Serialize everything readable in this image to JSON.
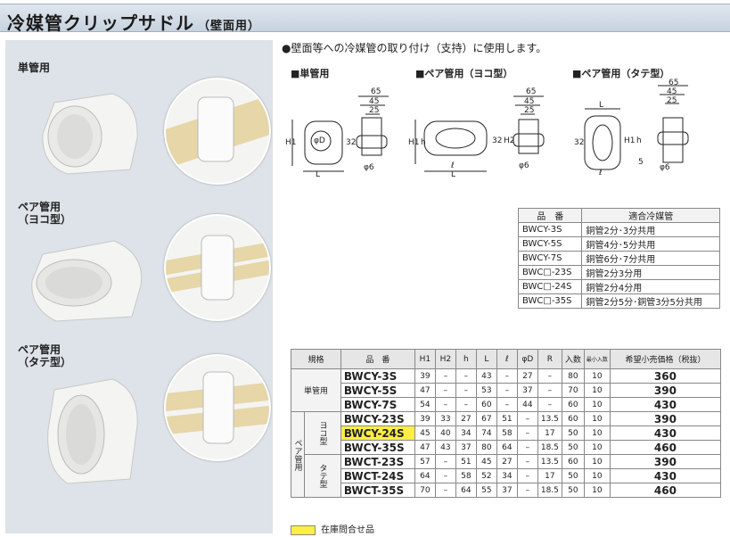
{
  "header": {
    "title": "冷媒管クリップサドル",
    "subtitle": "（壁面用）"
  },
  "photos": {
    "single": "単管用",
    "pair_yoko_1": "ペア管用",
    "pair_yoko_2": "（ヨコ型）",
    "pair_tate_1": "ペア管用",
    "pair_tate_2": "（タテ型）"
  },
  "intro": "●壁面等への冷媒管の取り付け（支持）に使用します。",
  "diagrams": {
    "single_label": "■単管用",
    "yoko_label": "■ペア管用（ヨコ型）",
    "tate_label": "■ペア管用（タテ型）",
    "dims": {
      "d65": "65",
      "d45": "45",
      "d25": "25",
      "d32": "32",
      "d5": "5",
      "phi6": "φ6",
      "H1": "H1",
      "H2": "H2",
      "h": "h",
      "L": "L",
      "l": "ℓ",
      "phiD": "φD"
    }
  },
  "ref_table": {
    "headers": [
      "品　番",
      "適合冷媒管"
    ],
    "rows": [
      [
        "BWCY-3S",
        "銅管2分･3分共用"
      ],
      [
        "BWCY-5S",
        "銅管4分･5分共用"
      ],
      [
        "BWCY-7S",
        "銅管6分･7分共用"
      ],
      [
        "BWC□-23S",
        "銅管2分3分用"
      ],
      [
        "BWC□-24S",
        "銅管2分4分用"
      ],
      [
        "BWC□-35S",
        "銅管2分5分･銅管3分5分共用"
      ]
    ]
  },
  "price_table": {
    "headers": [
      "規格",
      "品　番",
      "H1",
      "H2",
      "h",
      "L",
      "ℓ",
      "φD",
      "R",
      "入数",
      "最小入数",
      "希望小売価格（税抜）"
    ],
    "group_single": "単管用",
    "group_pair": "ペア管用",
    "sub_yoko": "ヨコ型",
    "sub_tate": "タテ型",
    "rows": [
      [
        "BWCY-3S",
        "39",
        "–",
        "–",
        "43",
        "–",
        "27",
        "–",
        "80",
        "10",
        "360"
      ],
      [
        "BWCY-5S",
        "47",
        "–",
        "–",
        "53",
        "–",
        "37",
        "–",
        "70",
        "10",
        "390"
      ],
      [
        "BWCY-7S",
        "54",
        "–",
        "–",
        "60",
        "–",
        "44",
        "–",
        "60",
        "10",
        "430"
      ],
      [
        "BWCY-23S",
        "39",
        "33",
        "27",
        "67",
        "51",
        "–",
        "13.5",
        "60",
        "10",
        "390"
      ],
      [
        "BWCY-24S",
        "45",
        "40",
        "34",
        "74",
        "58",
        "–",
        "17",
        "50",
        "10",
        "430"
      ],
      [
        "BWCY-35S",
        "47",
        "43",
        "37",
        "80",
        "64",
        "–",
        "18.5",
        "50",
        "10",
        "460"
      ],
      [
        "BWCT-23S",
        "57",
        "–",
        "51",
        "45",
        "27",
        "–",
        "13.5",
        "60",
        "10",
        "390"
      ],
      [
        "BWCT-24S",
        "64",
        "–",
        "58",
        "52",
        "34",
        "–",
        "17",
        "50",
        "10",
        "430"
      ],
      [
        "BWCT-35S",
        "70",
        "–",
        "64",
        "55",
        "37",
        "–",
        "18.5",
        "50",
        "10",
        "460"
      ]
    ]
  },
  "legend": "在庫問合せ品",
  "colors": {
    "highlight": "#ffee44",
    "panel": "#dde3e8"
  }
}
